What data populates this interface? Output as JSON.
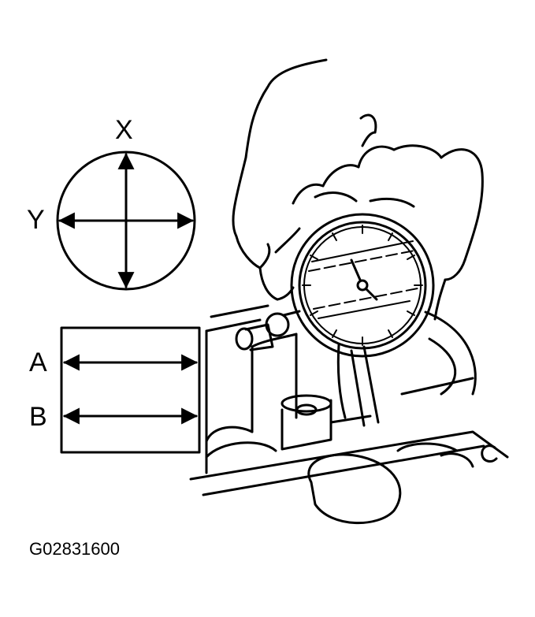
{
  "labels": {
    "axis_x": "X",
    "axis_y": "Y",
    "line_a": "A",
    "line_b": "B",
    "code": "G02831600",
    "part_mark": "C"
  },
  "colors": {
    "ink": "#000000",
    "paper": "#ffffff"
  }
}
